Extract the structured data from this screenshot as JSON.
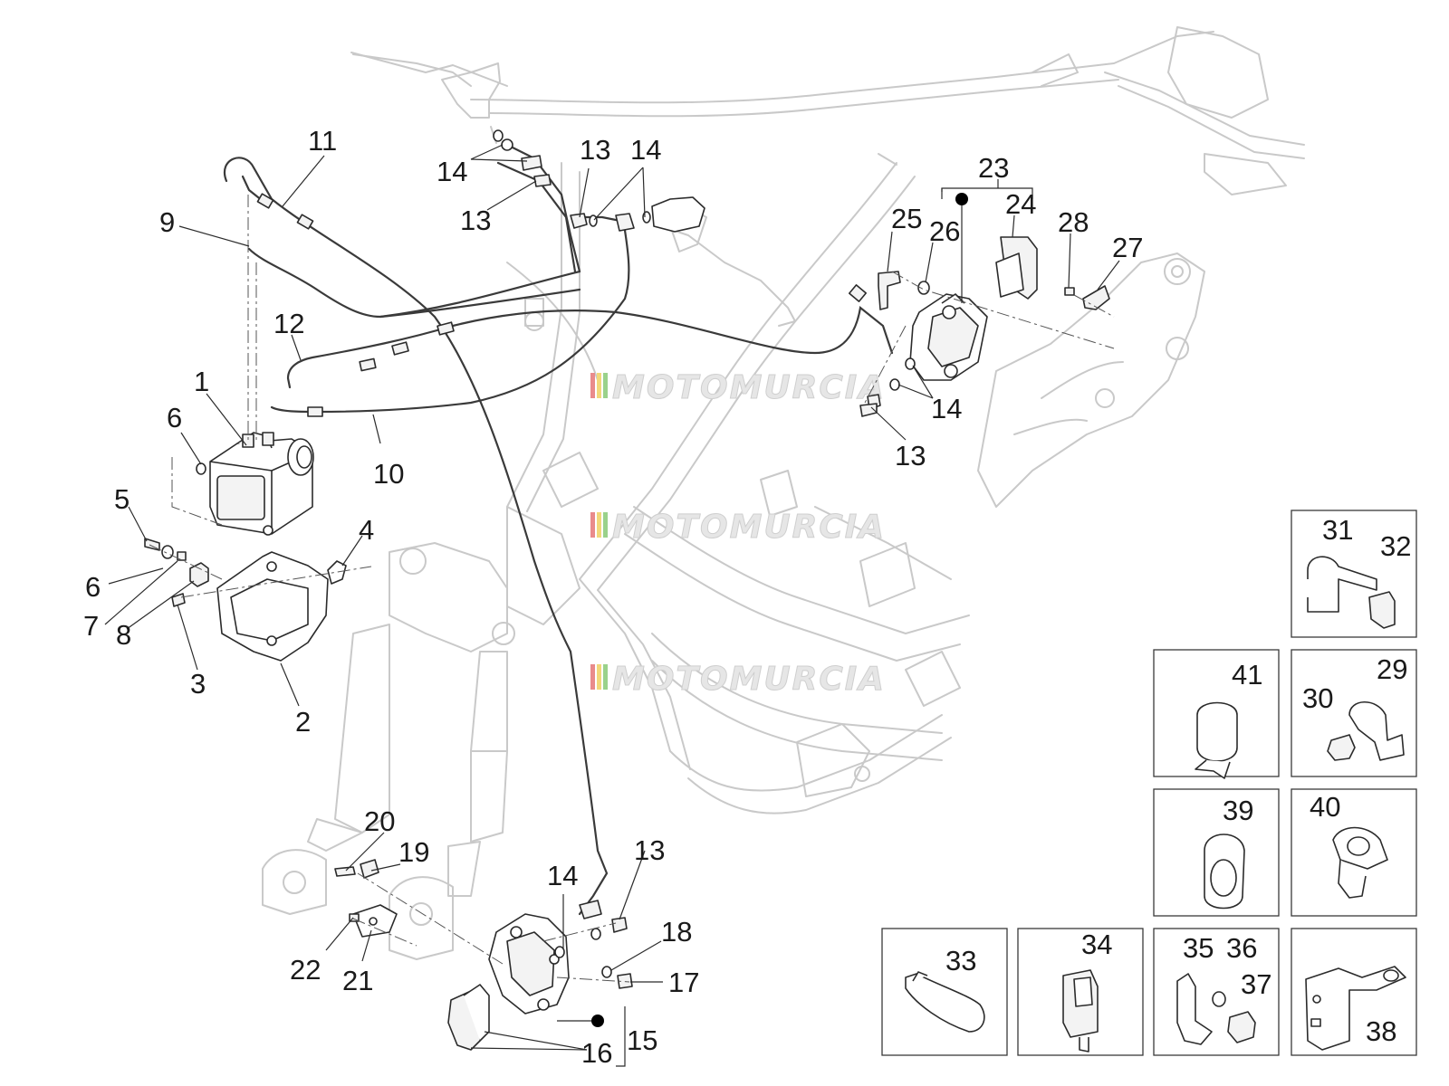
{
  "watermark": {
    "text": "MOTOMURCIA"
  },
  "callouts": {
    "c1": "1",
    "c2": "2",
    "c3": "3",
    "c4": "4",
    "c5": "5",
    "c6a": "6",
    "c6b": "6",
    "c7": "7",
    "c8": "8",
    "c9": "9",
    "c10": "10",
    "c11": "11",
    "c12": "12",
    "c13a": "13",
    "c13b": "13",
    "c13c": "13",
    "c13d": "13",
    "c14a": "14",
    "c14b": "14",
    "c14c": "14",
    "c14d": "14",
    "c15": "15",
    "c16": "16",
    "c17": "17",
    "c18": "18",
    "c19": "19",
    "c20": "20",
    "c21": "21",
    "c22": "22",
    "c23": "23",
    "c24": "24",
    "c25": "25",
    "c26": "26",
    "c27": "27",
    "c28": "28",
    "c29": "29",
    "c30": "30",
    "c31": "31",
    "c32": "32",
    "c33": "33",
    "c34": "34",
    "c35": "35",
    "c36": "36",
    "c37": "37",
    "c38": "38",
    "c39": "39",
    "c40": "40",
    "c41": "41"
  }
}
